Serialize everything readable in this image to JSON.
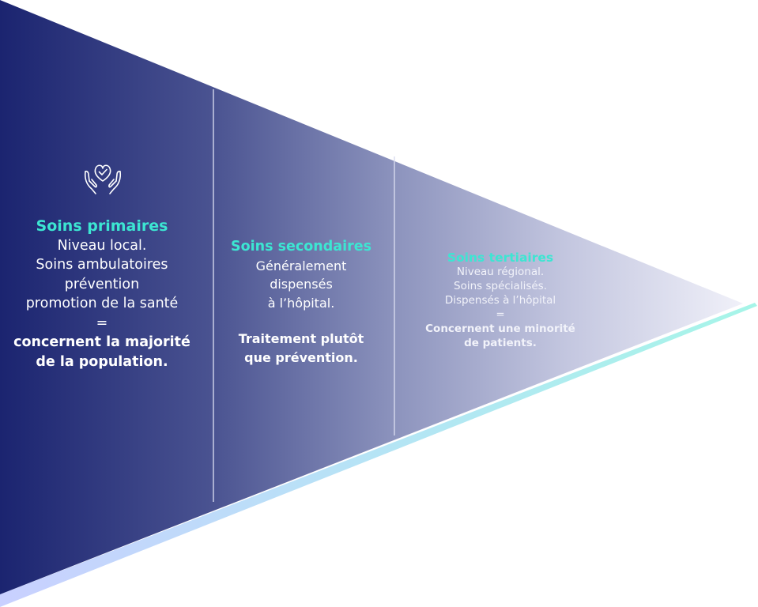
{
  "colors": {
    "dark_navy": "#1b2470",
    "light_fade": "#f4f4fb",
    "accent_turquoise": "#3ce6d2",
    "shadow_mint": "#a6f5e8",
    "shadow_lavender": "#c9d0ff",
    "divider": "#d8dbee"
  },
  "tiers": {
    "primary": {
      "icon": "heart-hands-icon",
      "title": "Soins primaires",
      "lines": [
        "Niveau local.",
        "Soins ambulatoires",
        "prévention",
        "promotion de la santé",
        "="
      ],
      "bold_lines": [
        "concernent la majorité",
        "de la population."
      ]
    },
    "secondary": {
      "title": "Soins secondaires",
      "lines": [
        "Généralement",
        "dispensés",
        "à l’hôpital."
      ],
      "bold_lines": [
        "Traitement plutôt",
        "que prévention."
      ]
    },
    "tertiary": {
      "title": "Soins tertiaires",
      "lines": [
        "Niveau régional.",
        "Soins spécialisés.",
        "Dispensés à l’hôpital",
        "="
      ],
      "bold_lines": [
        "Concernent une minorité",
        "de patients."
      ]
    }
  }
}
